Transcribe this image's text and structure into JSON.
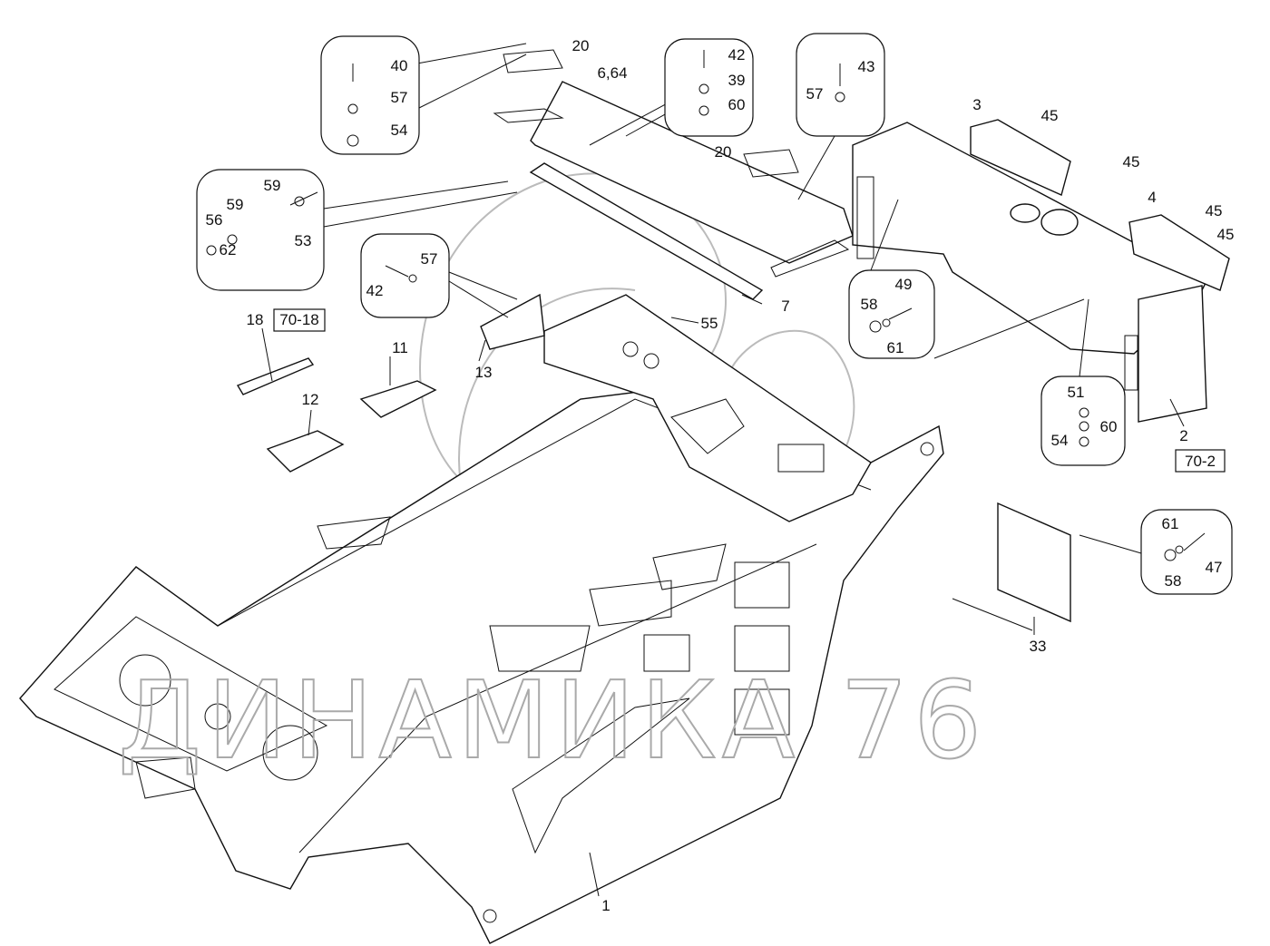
{
  "watermark": "ДИНАМИКА 76",
  "callouts": {
    "c20a": "20",
    "c664": "6,64",
    "c40": "40",
    "c57a": "57",
    "c54a": "54",
    "c42a": "42",
    "c39": "39",
    "c60a": "60",
    "c43": "43",
    "c57b": "57",
    "c3": "3",
    "c45a": "45",
    "c45b": "45",
    "c20b": "20",
    "c4": "4",
    "c45c": "45",
    "c45d": "45",
    "c59a": "59",
    "c59b": "59",
    "c56": "56",
    "c53": "53",
    "c62": "62",
    "c57c": "57",
    "c42b": "42",
    "c7": "7",
    "c55": "55",
    "c49": "49",
    "c58a": "58",
    "c61a": "61",
    "c18": "18",
    "ref7018": "70-18",
    "c11": "11",
    "c13": "13",
    "c12": "12",
    "c51": "51",
    "c60b": "60",
    "c54b": "54",
    "c2": "2",
    "ref702": "70-2",
    "c61b": "61",
    "c58b": "58",
    "c47": "47",
    "c33": "33",
    "c1": "1"
  }
}
